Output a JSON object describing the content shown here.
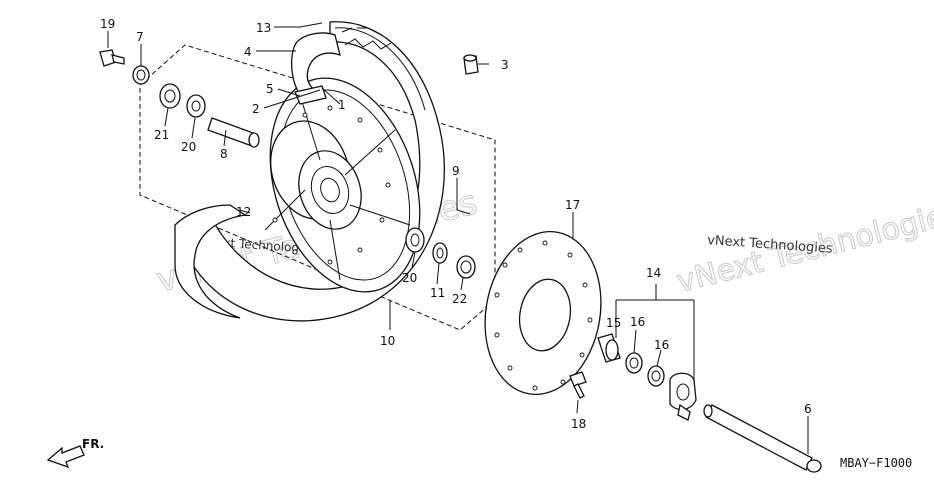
{
  "diagram": {
    "code": "MBAY−F1000",
    "direction_label": "FR.",
    "watermark_outline": "vNext Technologies",
    "watermark_small": "vNext Technologies",
    "watermark_right_outline": "vNext Technologies",
    "watermark_right_small": "vNext Technologies",
    "callouts": {
      "c1": "1",
      "c2": "2",
      "c3": "3",
      "c4": "4",
      "c5": "5",
      "c6": "6",
      "c7": "7",
      "c8": "8",
      "c9": "9",
      "c10": "10",
      "c11": "11",
      "c12": "12",
      "c13": "13",
      "c14": "14",
      "c15": "15",
      "c16a": "16",
      "c16b": "16",
      "c17": "17",
      "c18": "18",
      "c19": "19",
      "c20a": "20",
      "c20b": "20",
      "c21": "21",
      "c22": "22"
    },
    "colors": {
      "ink": "#111111",
      "watermark": "#c8c8c8",
      "background": "#ffffff"
    }
  }
}
